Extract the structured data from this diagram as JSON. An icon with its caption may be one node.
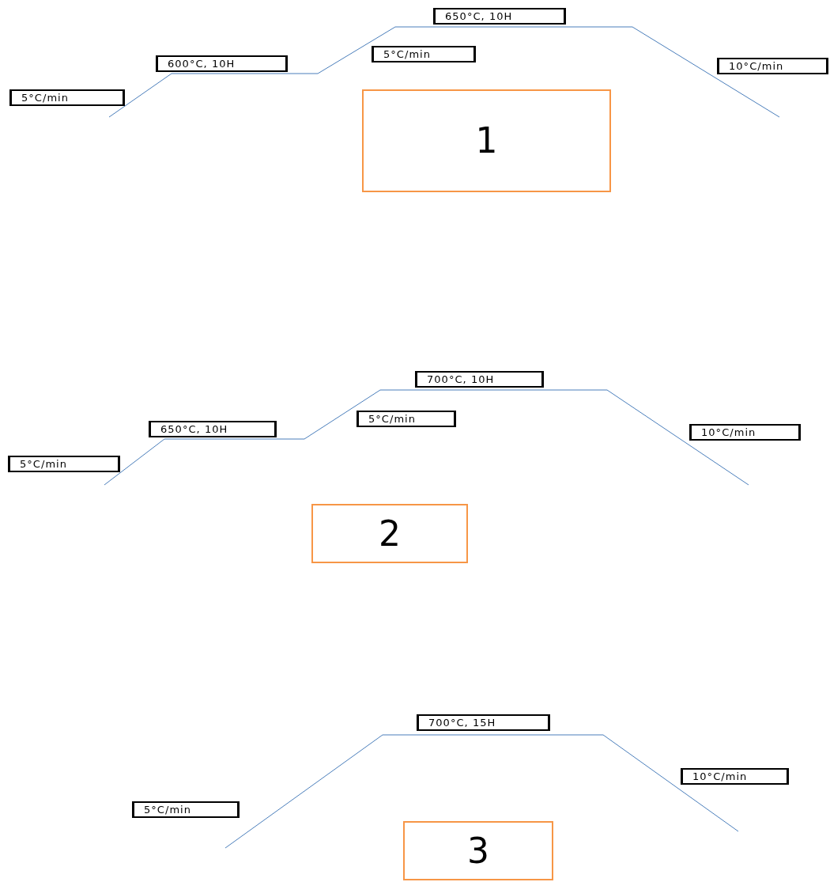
{
  "diagram": {
    "nodes": [
      {
        "text": [
          "5°C/min"
        ]
      },
      {
        "text": [
          "600°C, 10H"
        ]
      },
      {
        "text": [
          "650°C, 10H"
        ]
      },
      {
        "text": [
          "5°C/min"
        ]
      },
      {
        "text": [
          "10°C/min"
        ]
      },
      {
        "text": [
          "1"
        ]
      },
      {
        "text": [
          "5°C/min"
        ]
      },
      {
        "text": [
          "650°C, 10H"
        ]
      },
      {
        "text": [
          "700°C, 10H"
        ]
      },
      {
        "text": [
          "5°C/min"
        ]
      },
      {
        "text": [
          "10°C/min"
        ]
      },
      {
        "text": [
          "2"
        ]
      },
      {
        "text": [
          "700°C, 15H"
        ]
      },
      {
        "text": [
          "5°C/min"
        ]
      },
      {
        "text": [
          "10°C/min"
        ]
      },
      {
        "text": [
          "3"
        ]
      }
    ]
  }
}
